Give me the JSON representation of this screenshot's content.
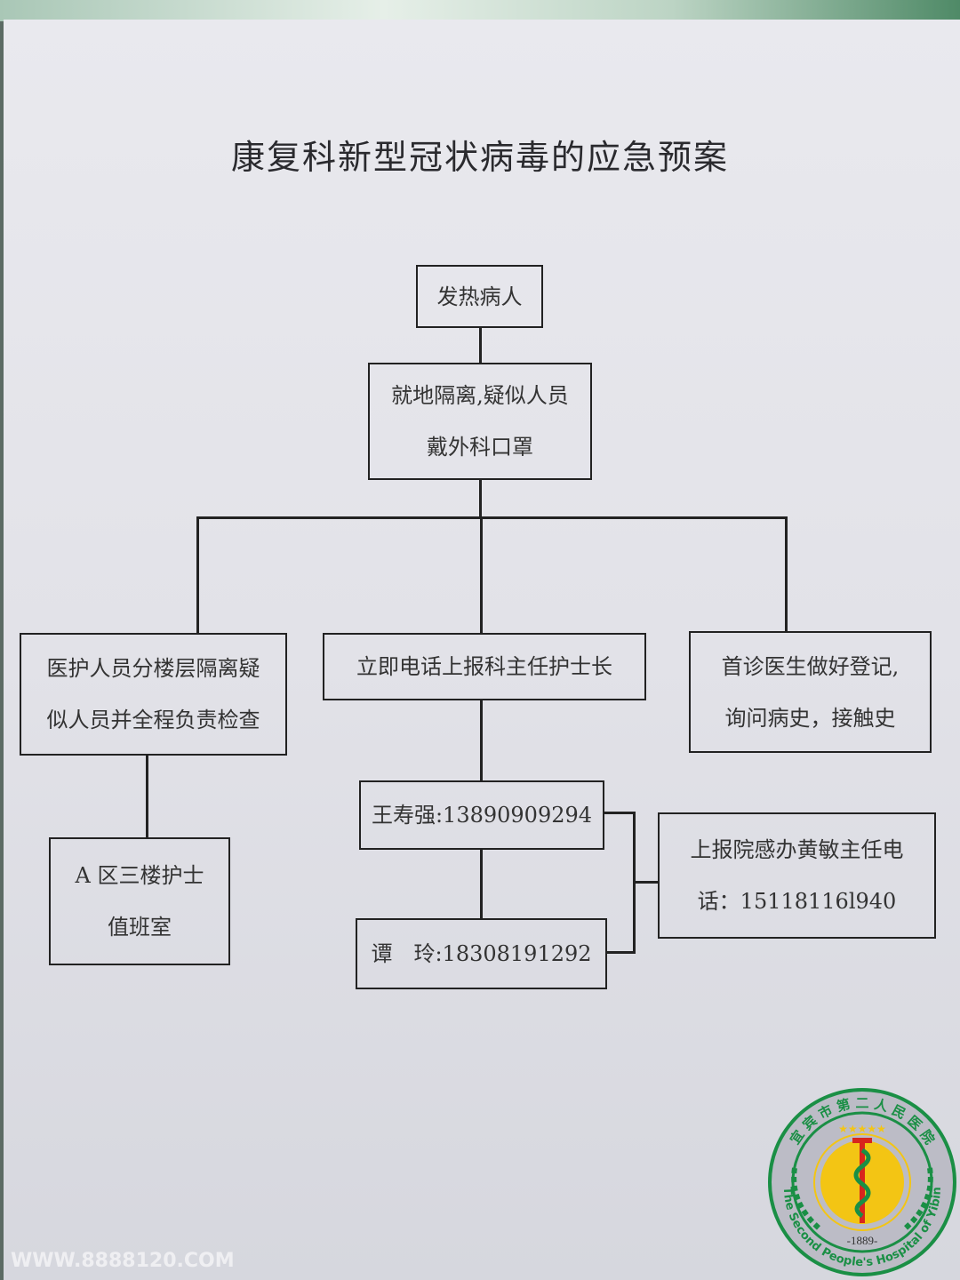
{
  "title": "康复科新型冠状病毒的应急预案",
  "nodes": {
    "fever": "发热病人",
    "isolate": [
      "就地隔离,疑似人员",
      "戴外科口罩"
    ],
    "staff": [
      "医护人员分楼层隔离疑",
      "似人员并全程负责检查"
    ],
    "report": "立即电话上报科主任护士长",
    "doctor": [
      "首诊医生做好登记,",
      "询问病史，接触史"
    ],
    "nurse_room": [
      "A 区三楼护士",
      "值班室"
    ],
    "contact1": "王寿强:13890909294",
    "contact2": "谭　玲:18308191292",
    "infection": [
      "上报院感办黄敏主任电",
      "话：15118116l940"
    ]
  },
  "logo": {
    "cn": "宜宾市第二人民医院",
    "en": "The Second People's Hospital of Yibin",
    "year": "-1889-"
  },
  "watermark": "WWW.8888120.COM",
  "colors": {
    "logo_green": "#1a8f45",
    "logo_yellow": "#f3c514",
    "logo_red": "#d8251d"
  }
}
